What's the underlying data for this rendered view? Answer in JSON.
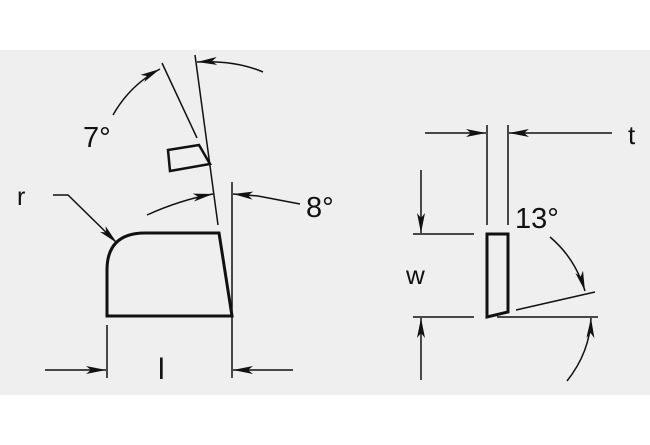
{
  "colors": {
    "background": "#efefef",
    "stroke": "#111111",
    "margin": "#ffffff"
  },
  "side_view": {
    "labels": {
      "radius": "r",
      "length": "l",
      "top_angle": "7°",
      "side_angle": "8°"
    }
  },
  "front_view": {
    "labels": {
      "thickness": "t",
      "width": "w",
      "bottom_angle": "13°"
    }
  }
}
